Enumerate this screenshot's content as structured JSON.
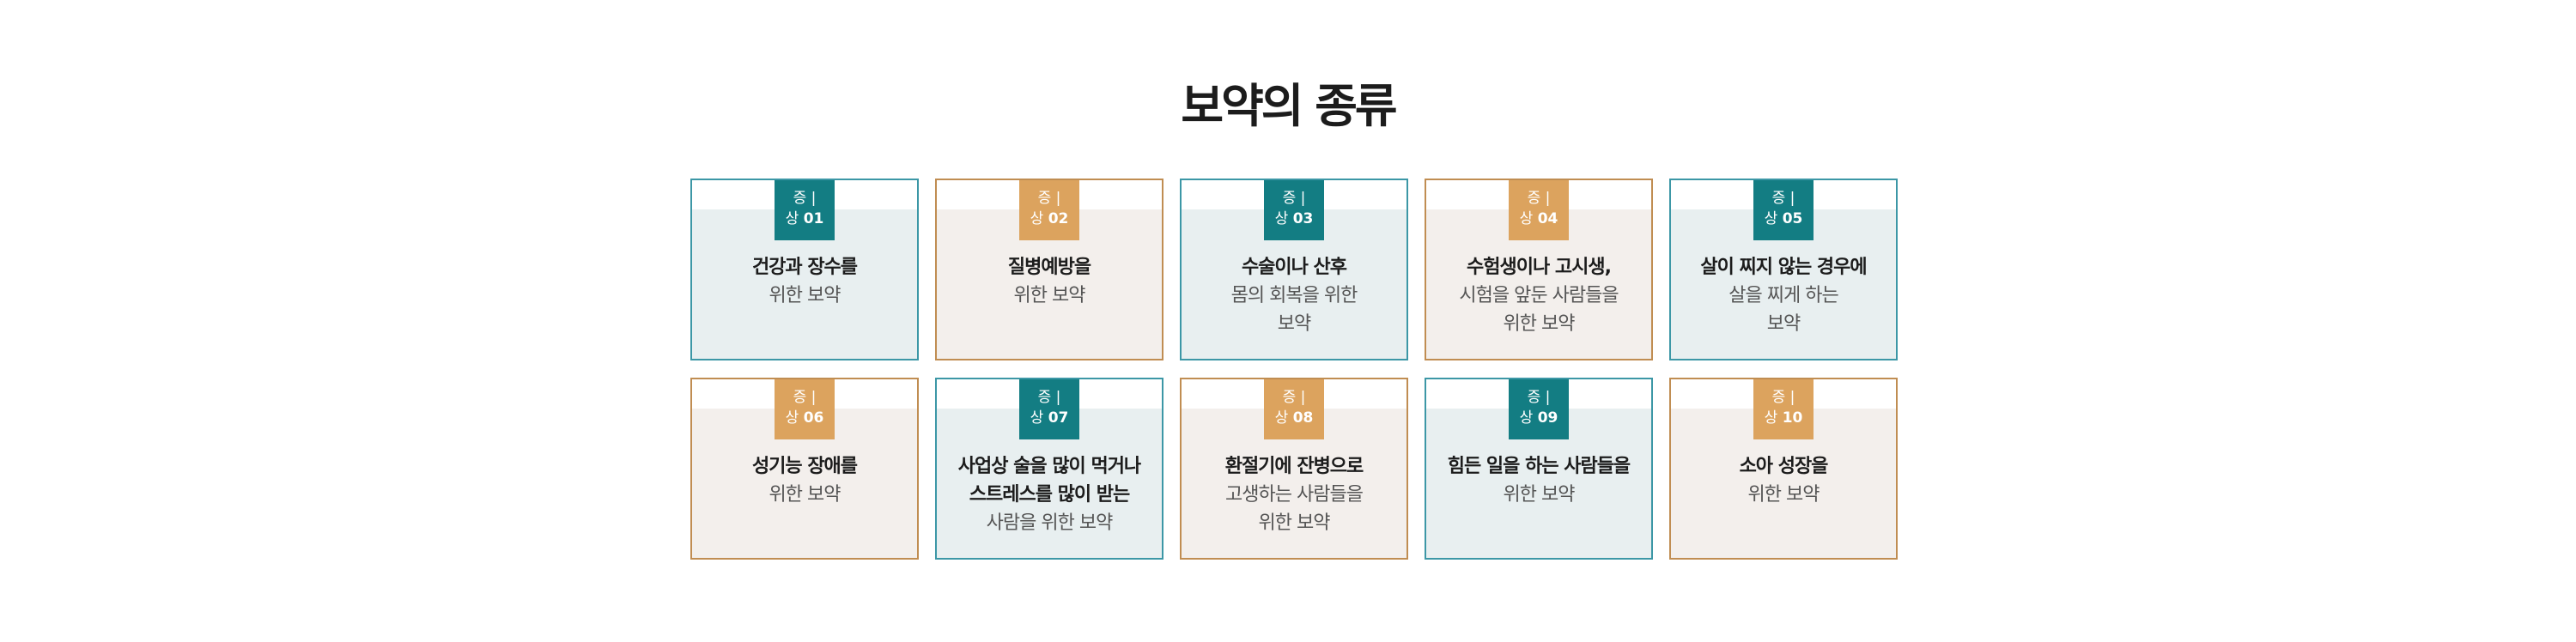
{
  "section": {
    "title": "보약의 종류"
  },
  "badge": {
    "top_label": "증 |",
    "prefix": "상"
  },
  "colors": {
    "teal_border": "#3c97a6",
    "teal_badge": "#137d83",
    "teal_bg": "#e8eff0",
    "tan_border": "#c08d52",
    "tan_badge": "#dca35e",
    "tan_bg": "#f3efec"
  },
  "cards": [
    {
      "num": "01",
      "line1": "건강과 장수를",
      "line2": "위한 보약",
      "line3": ""
    },
    {
      "num": "02",
      "line1": "질병예방을",
      "line2": "위한 보약",
      "line3": ""
    },
    {
      "num": "03",
      "line1": "수술이나 산후",
      "line2": "몸의 회복을 위한",
      "line3": "보약"
    },
    {
      "num": "04",
      "line1": "수험생이나 고시생,",
      "line2": "시험을 앞둔 사람들을",
      "line3": "위한 보약"
    },
    {
      "num": "05",
      "line1": "살이 찌지 않는 경우에",
      "line2": "살을 찌게 하는",
      "line3": "보약"
    },
    {
      "num": "06",
      "line1": "성기능 장애를",
      "line2": "위한 보약",
      "line3": ""
    },
    {
      "num": "07",
      "line1": "사업상 술을 많이 먹거나",
      "line2": "스트레스를 많이 받는",
      "line3": "사람을 위한 보약"
    },
    {
      "num": "08",
      "line1": "환절기에 잔병으로",
      "line2": "고생하는 사람들을",
      "line3": "위한 보약"
    },
    {
      "num": "09",
      "line1": "힘든 일을 하는 사람들을",
      "line2": "위한 보약",
      "line3": ""
    },
    {
      "num": "10",
      "line1": "소아 성장을",
      "line2": "위한 보약",
      "line3": ""
    }
  ]
}
